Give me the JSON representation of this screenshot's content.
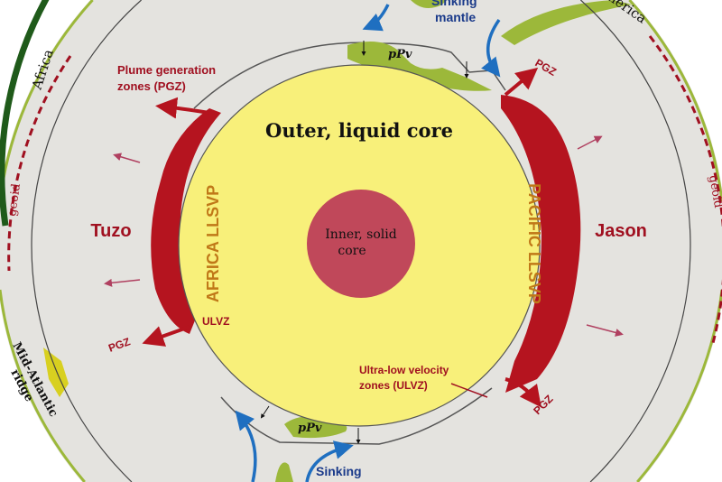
{
  "labels": {
    "outer_core": "Outer, liquid core",
    "inner_core_1": "Inner, solid",
    "inner_core_2": "core",
    "africa_llsvp": "AFRICA LLSVP",
    "pacific_llsvp": "PACIFIC LLSVP",
    "tuzo": "Tuzo",
    "jason": "Jason",
    "pgz_title_1": "Plume generation",
    "pgz_title_2": "zones (PGZ)",
    "pgz": "PGZ",
    "ulvz": "ULVZ",
    "ulvz_title_1": "Ultra-low velocity",
    "ulvz_title_2": "zones (ULVZ)",
    "ppv": "pPv",
    "sinking_mantle_top_1": "Sinking",
    "sinking_mantle_top_2": "mantle",
    "sinking_bottom": "Sinking",
    "africa": "Africa",
    "geoid": "geoid",
    "mid_atlantic_1": "Mid-Atlantic",
    "mid_atlantic_2": "ridge",
    "america_partial": "America"
  },
  "colors": {
    "mantle": "#e4e3df",
    "outer_core": "#f8f07a",
    "inner_core": "#c0485a",
    "llsvp": "#b5141f",
    "ppv": "#9cb83a",
    "arrow_blue": "#1f6fc0",
    "label_red": "#a01020"
  }
}
